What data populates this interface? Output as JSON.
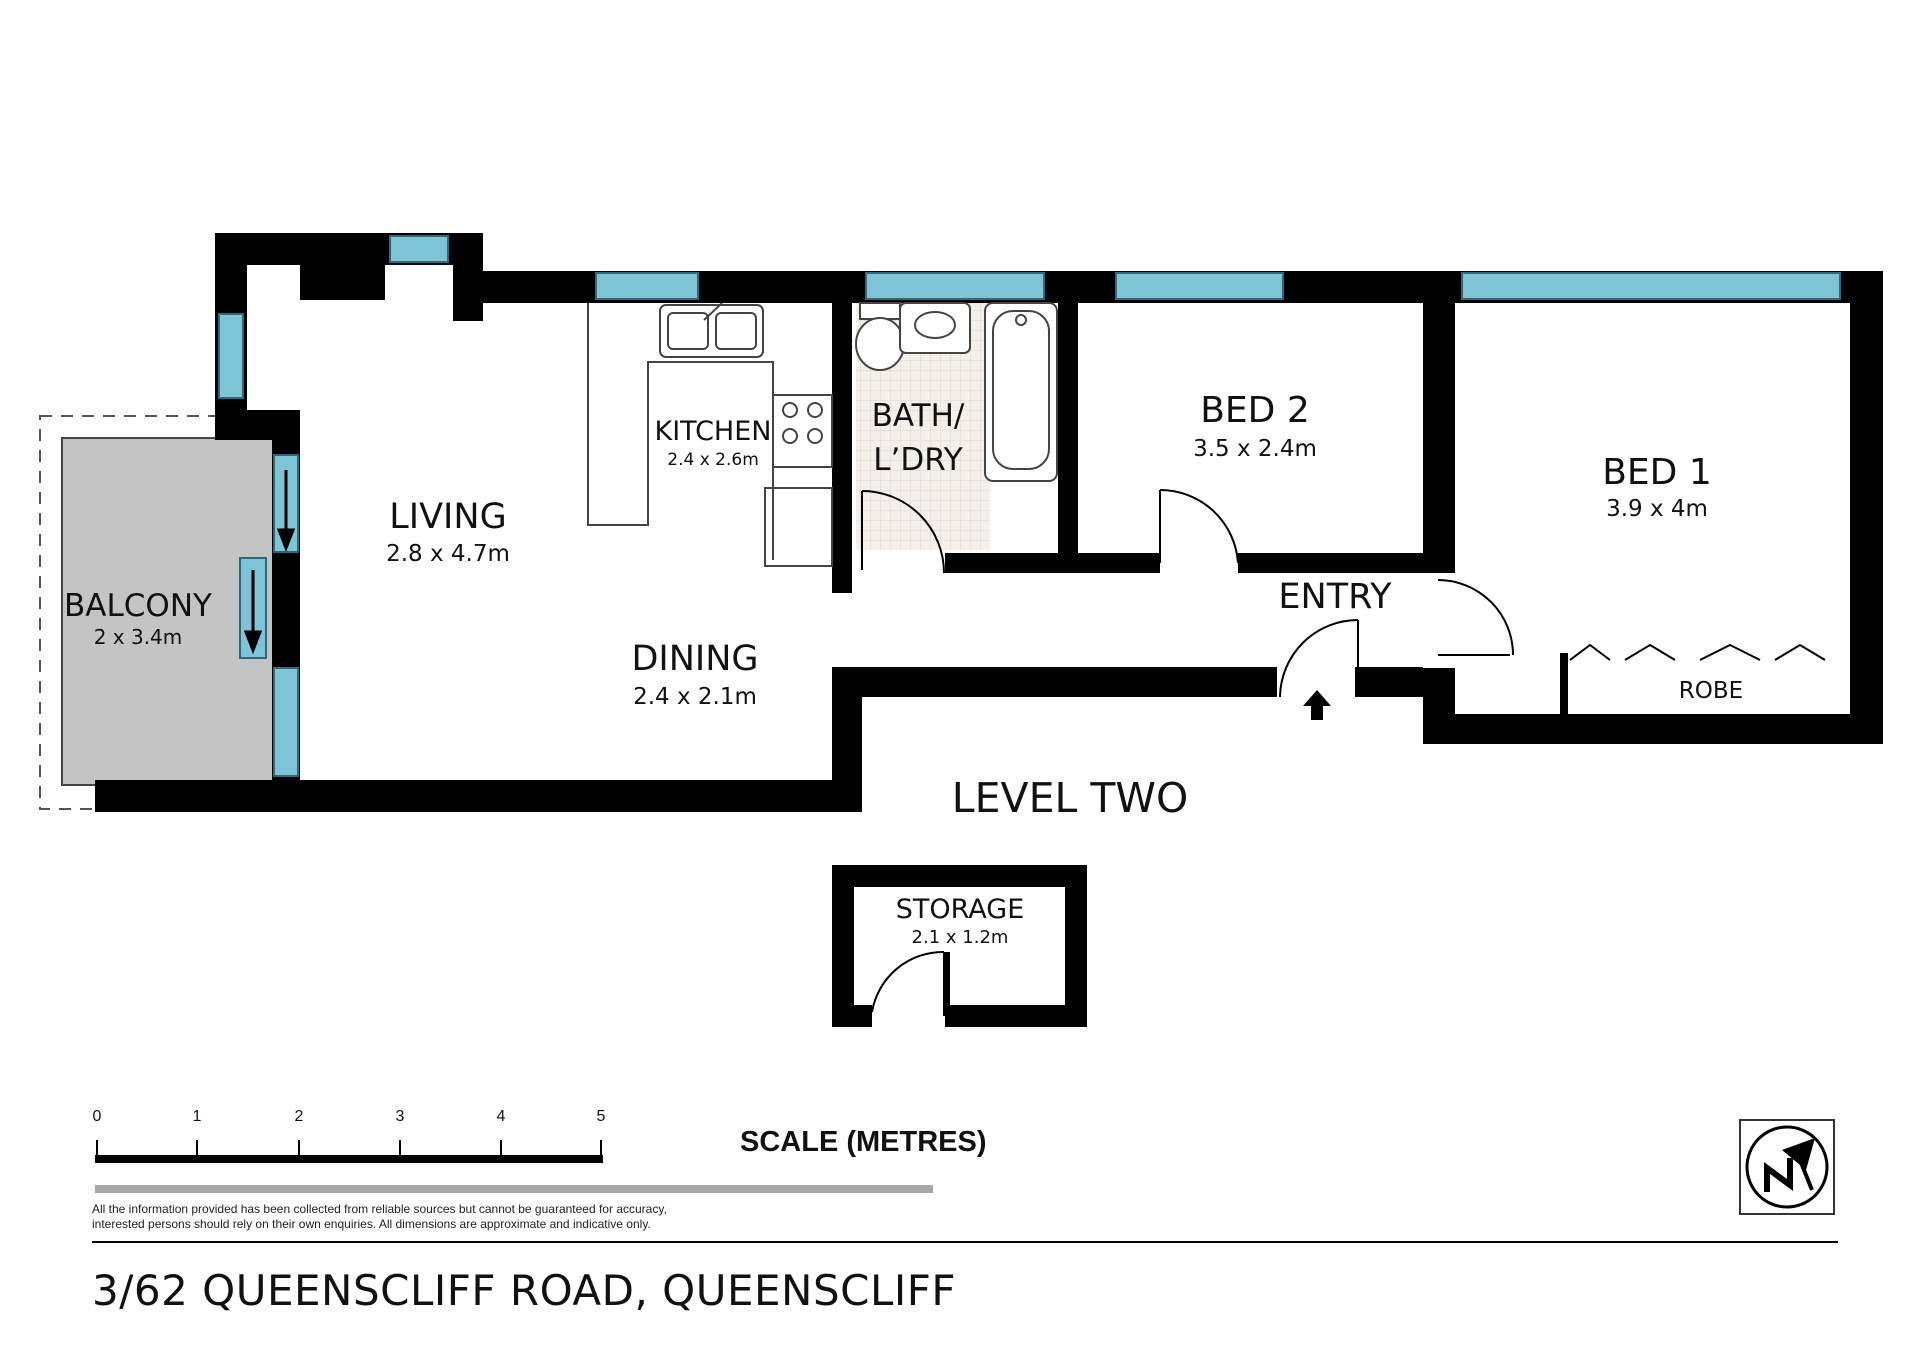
{
  "plan": {
    "level_label": "LEVEL TWO",
    "rooms": {
      "balcony": {
        "name": "BALCONY",
        "dims": "2 x 3.4m"
      },
      "living": {
        "name": "LIVING",
        "dims": "2.8 x 4.7m"
      },
      "kitchen": {
        "name": "KITCHEN",
        "dims": "2.4 x 2.6m"
      },
      "bath_line1": "BATH/",
      "bath_line2": "L’DRY",
      "bed2": {
        "name": "BED 2",
        "dims": "3.5 x 2.4m"
      },
      "bed1": {
        "name": "BED 1",
        "dims": "3.9 x 4m"
      },
      "dining": {
        "name": "DINING",
        "dims": "2.4 x 2.1m"
      },
      "entry": {
        "name": "ENTRY"
      },
      "robe": {
        "name": "ROBE"
      },
      "storage": {
        "name": "STORAGE",
        "dims": "2.1 x 1.2m"
      }
    },
    "colors": {
      "wall": "#000000",
      "window": "#7cc4d6",
      "balcony": "#c4c4c4",
      "tiles": "#f1eee9"
    }
  },
  "scale": {
    "title": "SCALE (METRES)",
    "ticks": [
      "0",
      "1",
      "2",
      "3",
      "4",
      "5"
    ]
  },
  "footer": {
    "disclaimer_line1": "All the information provided has been collected from reliable sources but cannot be guaranteed for accuracy,",
    "disclaimer_line2": "interested persons should rely on their own enquiries. All dimensions are approximate and indicative only.",
    "address": "3/62 QUEENSCLIFF ROAD, QUEENSCLIFF"
  },
  "icons": {
    "compass": "north-arrow-icon",
    "entry_arrow": "entry-arrow-icon"
  }
}
